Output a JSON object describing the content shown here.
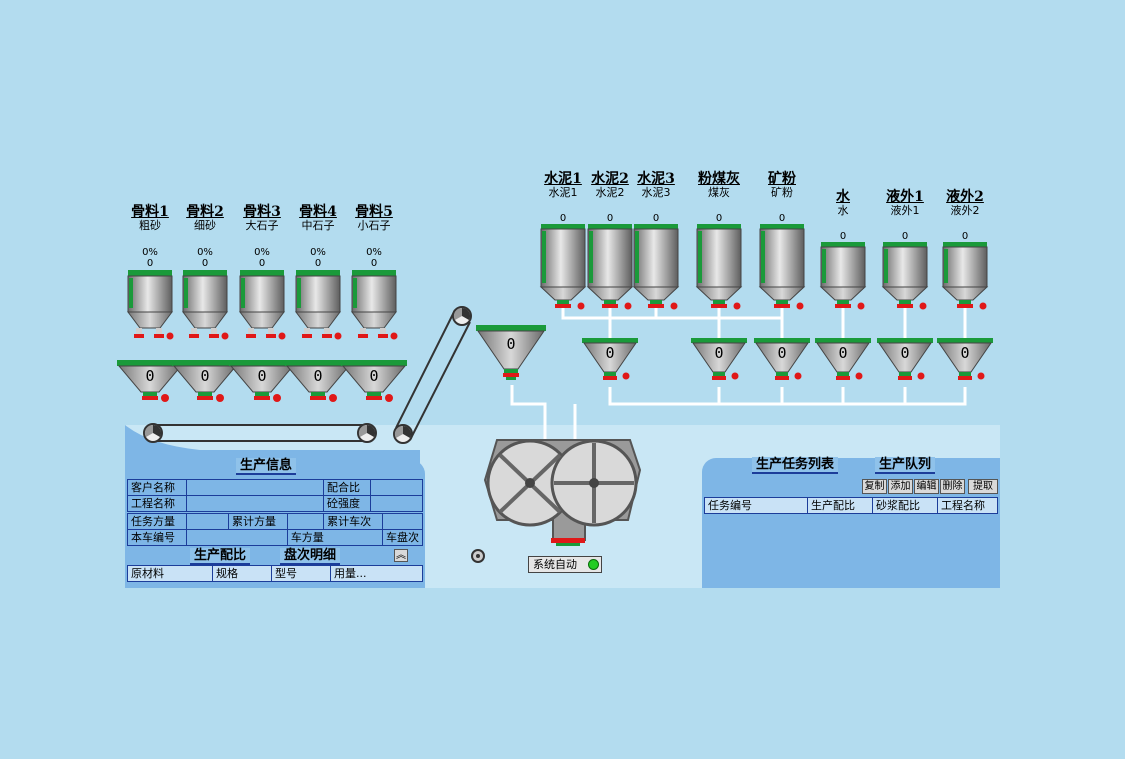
{
  "aggregates": [
    {
      "name": "骨料1",
      "sub": "粗砂",
      "pct": "0%",
      "value": "0",
      "weigh": "0"
    },
    {
      "name": "骨料2",
      "sub": "细砂",
      "pct": "0%",
      "value": "0",
      "weigh": "0"
    },
    {
      "name": "骨料3",
      "sub": "大石子",
      "pct": "0%",
      "value": "0",
      "weigh": "0"
    },
    {
      "name": "骨料4",
      "sub": "中石子",
      "pct": "0%",
      "value": "0",
      "weigh": "0"
    },
    {
      "name": "骨料5",
      "sub": "小石子",
      "pct": "0%",
      "value": "0",
      "weigh": "0"
    }
  ],
  "silos": [
    {
      "name": "水泥1",
      "sub": "水泥1",
      "value": "0"
    },
    {
      "name": "水泥2",
      "sub": "水泥2",
      "value": "0"
    },
    {
      "name": "水泥3",
      "sub": "水泥3",
      "value": "0"
    },
    {
      "name": "粉煤灰",
      "sub": "煤灰",
      "value": "0"
    },
    {
      "name": "矿粉",
      "sub": "矿粉",
      "value": "0"
    },
    {
      "name": "水",
      "sub": "水",
      "value": "0"
    },
    {
      "name": "液外1",
      "sub": "液外1",
      "value": "0"
    },
    {
      "name": "液外2",
      "sub": "液外2",
      "value": "0"
    }
  ],
  "silo_scales": [
    "0",
    "0",
    "0",
    "0",
    "0",
    "0",
    "0"
  ],
  "upper_hopper_value": "0",
  "colors": {
    "background": "#b3dcef",
    "panel": "#7eb6e6",
    "frame": "#1c3d9a",
    "bin_green": "#1a9a3a",
    "valve_red": "#e01818",
    "status_green": "#22cc22"
  },
  "status": {
    "label": "系统自动"
  },
  "production_info": {
    "tab": "生产信息",
    "rows": [
      [
        "客户名称",
        "",
        "配合比",
        ""
      ],
      [
        "工程名称",
        "",
        "砼强度",
        ""
      ],
      [
        "任务方量",
        "",
        "累计方量",
        "",
        "累计车次",
        ""
      ],
      [
        "本车编号",
        "",
        "",
        "车方量",
        "",
        "车盘次",
        ""
      ]
    ],
    "tabs2": [
      "生产配比",
      "盘次明细"
    ],
    "columns": [
      "原材料",
      "规格",
      "型号",
      "用量..."
    ]
  },
  "task_panel": {
    "tabs": [
      "生产任务列表",
      "生产队列"
    ],
    "buttons": [
      "复制",
      "添加",
      "编辑",
      "删除",
      "提取"
    ],
    "columns": [
      "任务编号",
      "生产配比",
      "砂浆配比",
      "工程名称"
    ]
  },
  "icons": {
    "pulley": "pulley-icon",
    "collapse": "double-chevron-up-icon"
  }
}
